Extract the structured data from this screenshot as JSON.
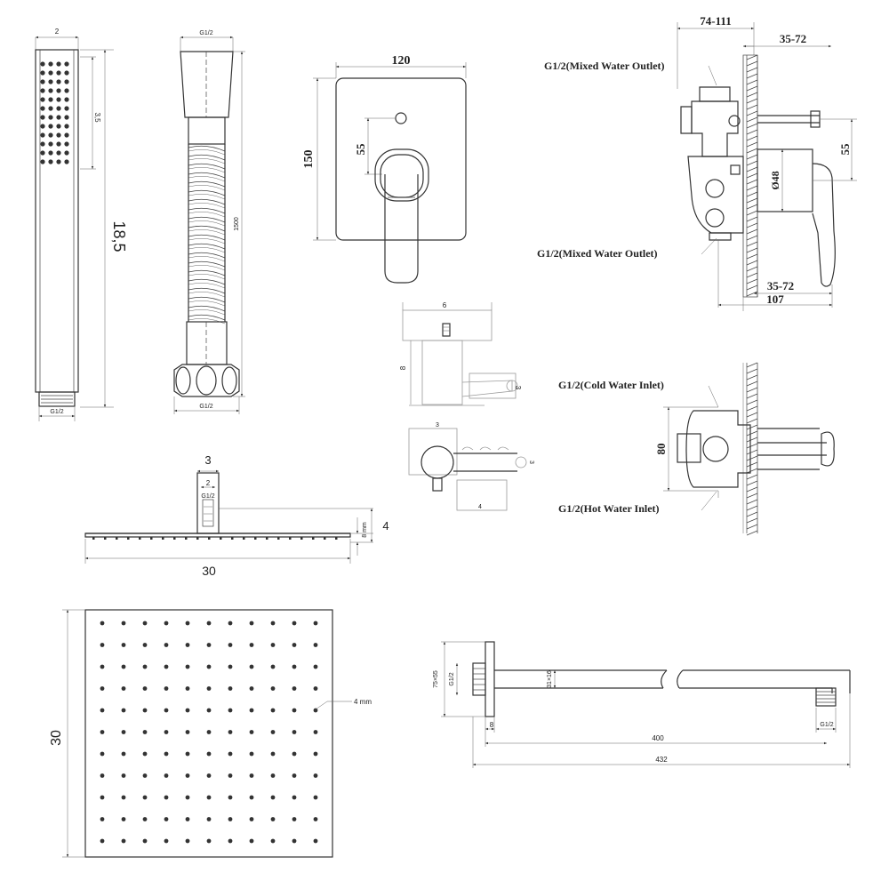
{
  "hand_shower": {
    "width_label": "2",
    "spray_label": "3,5",
    "length_label": "18,5",
    "thread_label": "G1/2"
  },
  "hose": {
    "top_thread_label": "G1/2",
    "length_label": "1500",
    "bottom_thread_label": "G1/2"
  },
  "cover_plate": {
    "width_label": "120",
    "height_label": "150",
    "offset_label": "55"
  },
  "valve_side_upper": {
    "depth_range_label": "74-111",
    "wall_range_top_label": "35-72",
    "top_outlet_label": "G1/2(Mixed Water Outlet)",
    "bottom_outlet_label": "G1/2(Mixed Water Outlet)",
    "diameter_label": "Ø48",
    "height_label": "55",
    "wall_range_bottom_label": "35-72",
    "total_depth_label": "107"
  },
  "holder": {
    "top_width_label": "6",
    "height_label": "8",
    "side_label": "3",
    "plan_top_label": "3",
    "plan_side_label": "3",
    "plan_bottom_label": "4"
  },
  "valve_side_lower": {
    "cold_inlet_label": "G1/2(Cold Water Inlet)",
    "height_label": "80",
    "hot_inlet_label": "G1/2(Hot Water Inlet)"
  },
  "head_side": {
    "top_label": "3",
    "inner_label": "2",
    "thread_label": "G1/2",
    "depth_label": "8 mm",
    "height_label": "4",
    "width_label": "30"
  },
  "head_plan": {
    "size_label": "30",
    "nozzle_label": "4 mm"
  },
  "arm": {
    "flange_label": "75×55",
    "thread_label": "G1/2",
    "tube_label": "31×16",
    "flange_depth_label": "8",
    "length_label": "400",
    "total_label": "432",
    "end_thread_label": "G1/2"
  }
}
